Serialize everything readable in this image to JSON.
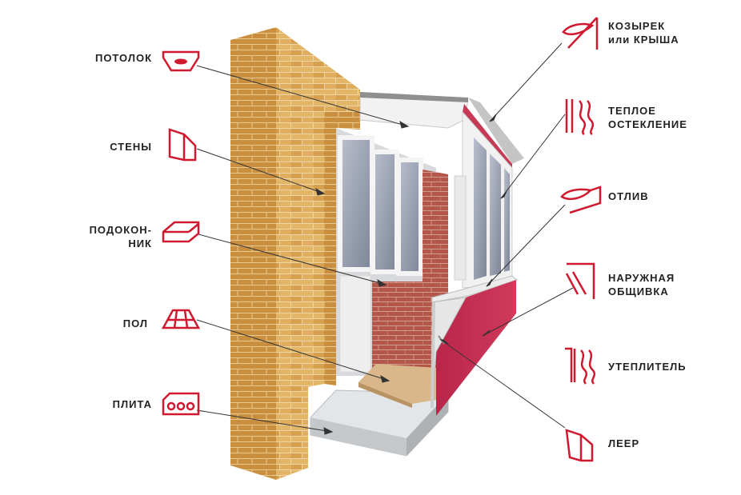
{
  "colors": {
    "accent": "#d0192f",
    "brick": "#d9a654",
    "brick_dark": "#b98638",
    "inner_brick": "#b7574c",
    "cladding": "#c02a4c",
    "frame": "#f2f2f2",
    "glass": "#9aa2b2",
    "slab": "#d8dcde",
    "line": "#333333"
  },
  "left_labels": [
    {
      "id": "ceiling",
      "lines": [
        "ПОТОЛОК"
      ],
      "icon": "ceiling-icon"
    },
    {
      "id": "walls",
      "lines": [
        "СТЕНЫ"
      ],
      "icon": "wall-icon"
    },
    {
      "id": "sill",
      "lines": [
        "ПОДОКОН-",
        "НИК"
      ],
      "icon": "windowsill-icon"
    },
    {
      "id": "floor",
      "lines": [
        "ПОЛ"
      ],
      "icon": "floor-icon"
    },
    {
      "id": "slab",
      "lines": [
        "ПЛИТА"
      ],
      "icon": "slab-icon"
    }
  ],
  "right_labels": [
    {
      "id": "roof",
      "lines": [
        "КОЗЫРЕК",
        "или КРЫША"
      ],
      "icon": "canopy-icon"
    },
    {
      "id": "glazing",
      "lines": [
        "ТЕПЛОЕ",
        "ОСТЕКЛЕНИЕ"
      ],
      "icon": "glazing-icon"
    },
    {
      "id": "drip",
      "lines": [
        "ОТЛИВ"
      ],
      "icon": "drip-icon"
    },
    {
      "id": "cladding",
      "lines": [
        "НАРУЖНАЯ",
        "ОБЩИВКА"
      ],
      "icon": "cladding-icon"
    },
    {
      "id": "insulation",
      "lines": [
        "УТЕПЛИТЕЛЬ"
      ],
      "icon": "insulation-icon"
    },
    {
      "id": "rail",
      "lines": [
        "ЛЕЕР"
      ],
      "icon": "rail-icon"
    }
  ]
}
